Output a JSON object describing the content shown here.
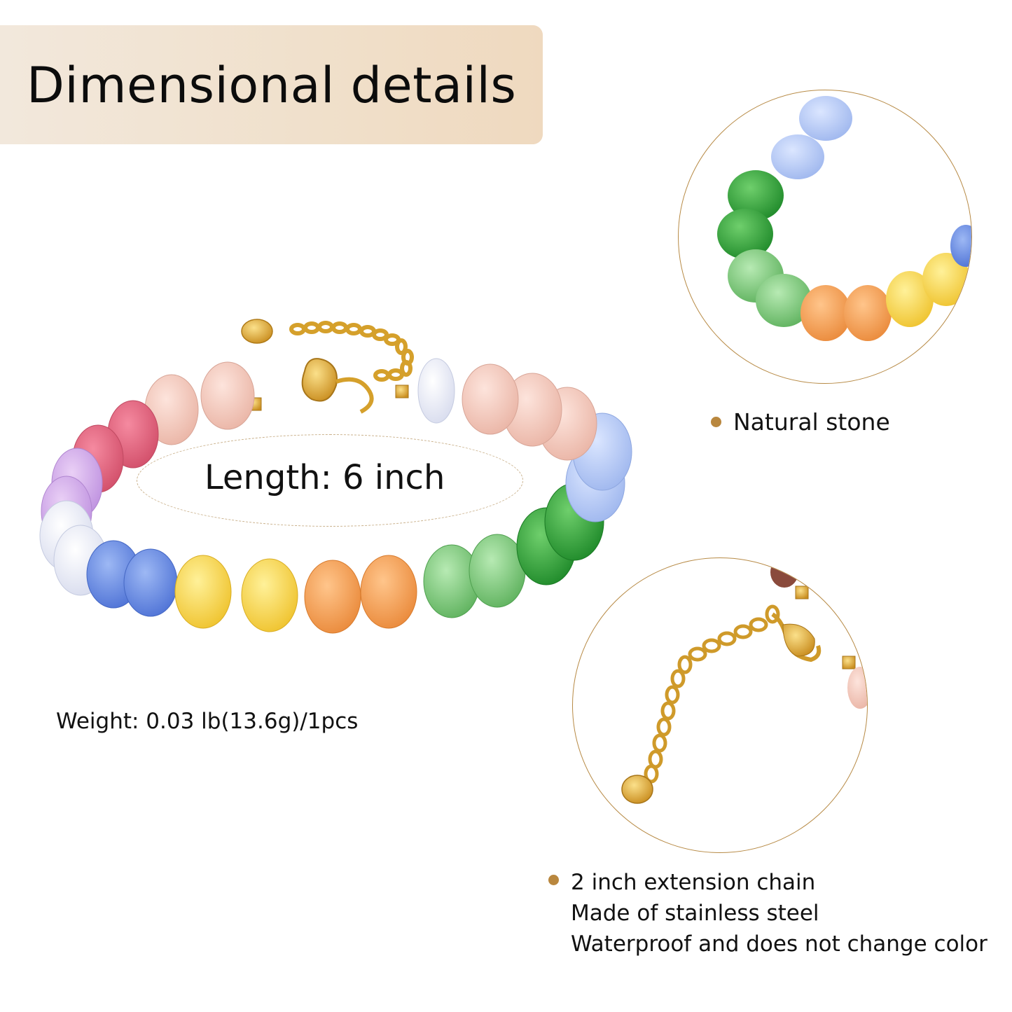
{
  "header": {
    "title": "Dimensional details"
  },
  "product": {
    "length_label": "Length: 6 inch",
    "weight_label": "Weight: 0.03 lb(13.6g)/1pcs"
  },
  "features": {
    "stone": {
      "label": "Natural stone"
    },
    "chain": {
      "lines": [
        "2 inch extension chain",
        "Made of stainless steel",
        "Waterproof and does not change color"
      ]
    }
  },
  "colors": {
    "accent_bullet": "#b9873e",
    "circle_border": "#b78a45",
    "banner_start": "#f2e8dc",
    "banner_end": "#efd9bf"
  }
}
